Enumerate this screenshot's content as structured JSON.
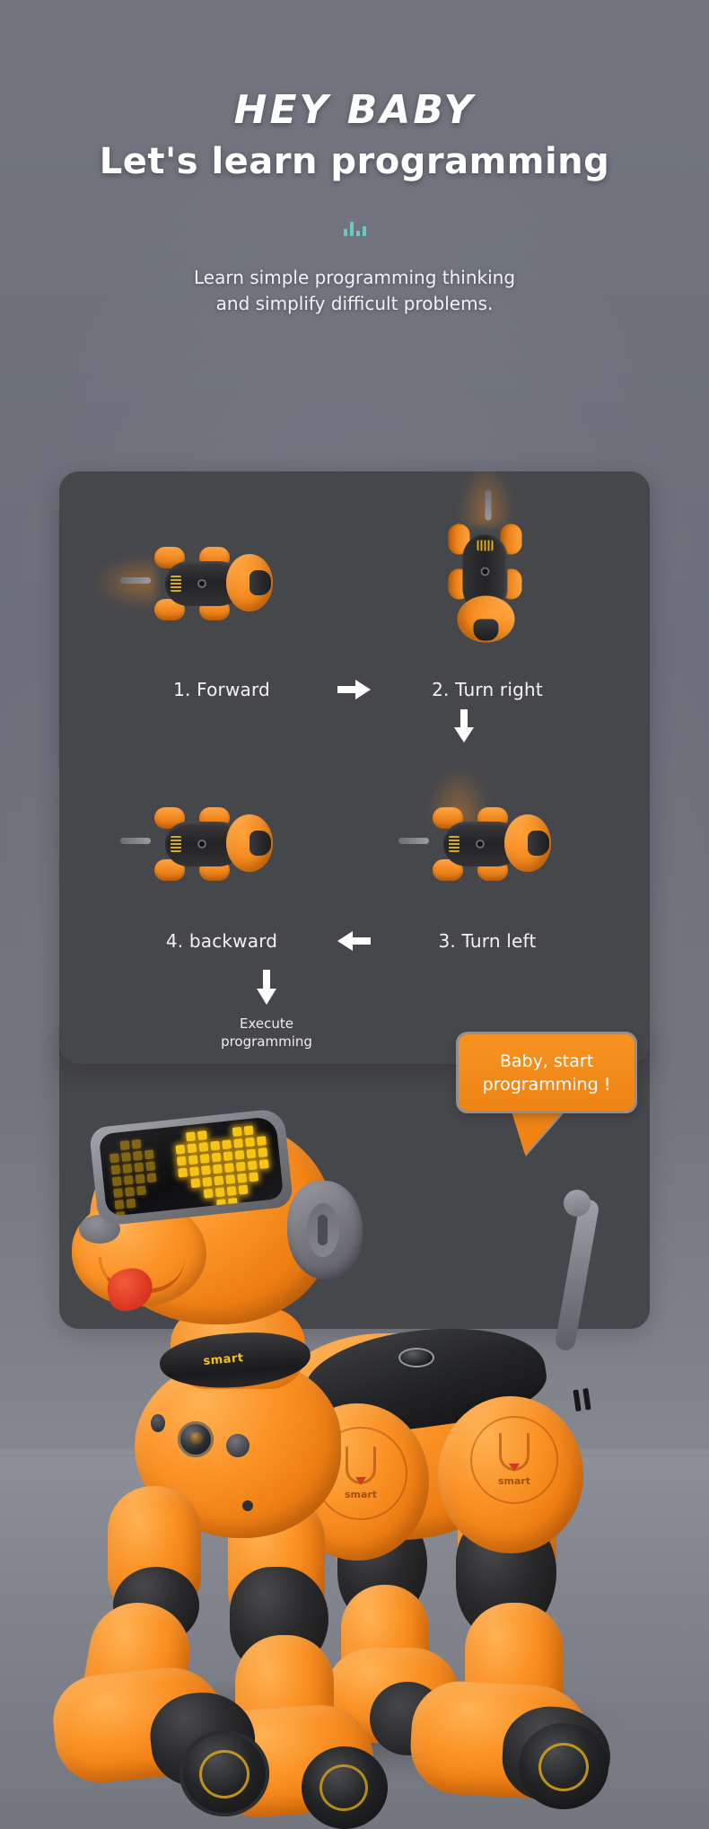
{
  "page": {
    "background_color": "#6f7280",
    "floor_color": "#85878f"
  },
  "header": {
    "title_line1": "HEY BABY",
    "title_line2": "Let's learn programming",
    "divider_icon": "equalizer-bars-icon",
    "divider_color": "#6ec6c0",
    "divider_bars": [
      8,
      16,
      6,
      11
    ],
    "subtitle_line1": "Learn simple programming thinking",
    "subtitle_line2": "and simplify difficult problems."
  },
  "panel": {
    "background_color": "#46474b",
    "steps": [
      {
        "index": "1",
        "label": "1. Forward",
        "direction": "forward",
        "name": "step-forward"
      },
      {
        "index": "2",
        "label": "2. Turn right",
        "direction": "turn-right",
        "name": "step-turn-right"
      },
      {
        "index": "3",
        "label": "3. Turn left",
        "direction": "turn-left",
        "name": "step-turn-left"
      },
      {
        "index": "4",
        "label": "4. backward",
        "direction": "backward",
        "name": "step-backward"
      }
    ],
    "arrows": {
      "right": "arrow-right-icon",
      "down": "arrow-down-icon",
      "left": "arrow-left-icon",
      "down_execute": "arrow-down-icon"
    },
    "execute_line1": "Execute",
    "execute_line2": "programming"
  },
  "speech_bubble": {
    "line1": "Baby, start",
    "line2": "programming !",
    "fill_color": "#ef8415",
    "border_color": "#8e9096",
    "text_color": "#ffffff"
  },
  "robot": {
    "body_color": "#f5901c",
    "accent_color": "#1a1a1c",
    "led_color": "#f7c516",
    "face_expression": "heart",
    "collar_badge": "smart",
    "back_logo": "robot",
    "shoulder_button_label": "smart",
    "hip_button_label": "smart"
  }
}
